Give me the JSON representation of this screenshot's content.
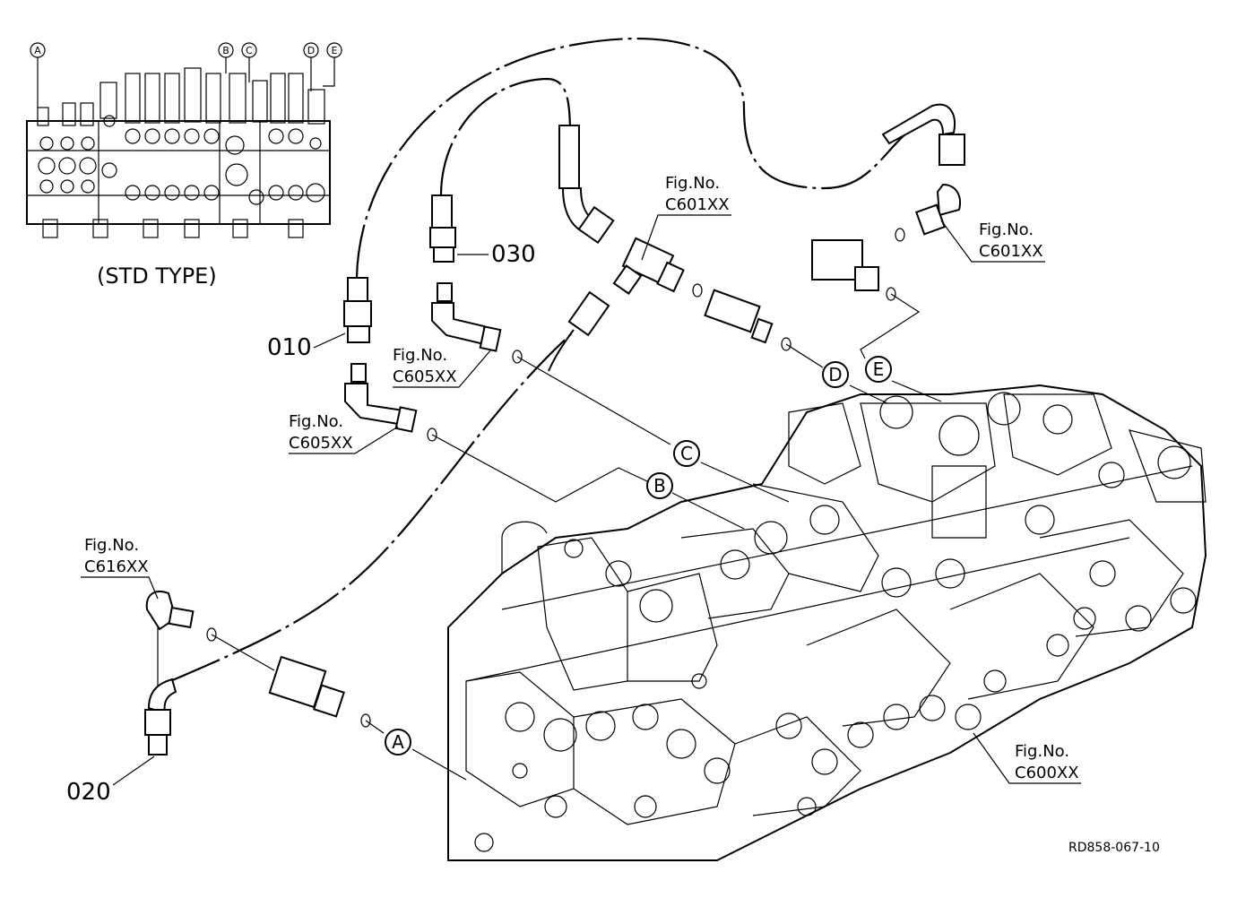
{
  "inset": {
    "caption": "(STD TYPE)",
    "port_labels": [
      "A",
      "B",
      "C",
      "D",
      "E"
    ]
  },
  "parts": {
    "p010": "010",
    "p020": "020",
    "p030": "030"
  },
  "figrefs": {
    "fig_label": "Fig.No.",
    "c601_top": "C601XX",
    "c601_right": "C601XX",
    "c605_upper": "C605XX",
    "c605_lower": "C605XX",
    "c616": "C616XX",
    "c600": "C600XX"
  },
  "ports": {
    "A": "A",
    "B": "B",
    "C": "C",
    "D": "D",
    "E": "E"
  },
  "drawing_code": "RD858-067-10"
}
